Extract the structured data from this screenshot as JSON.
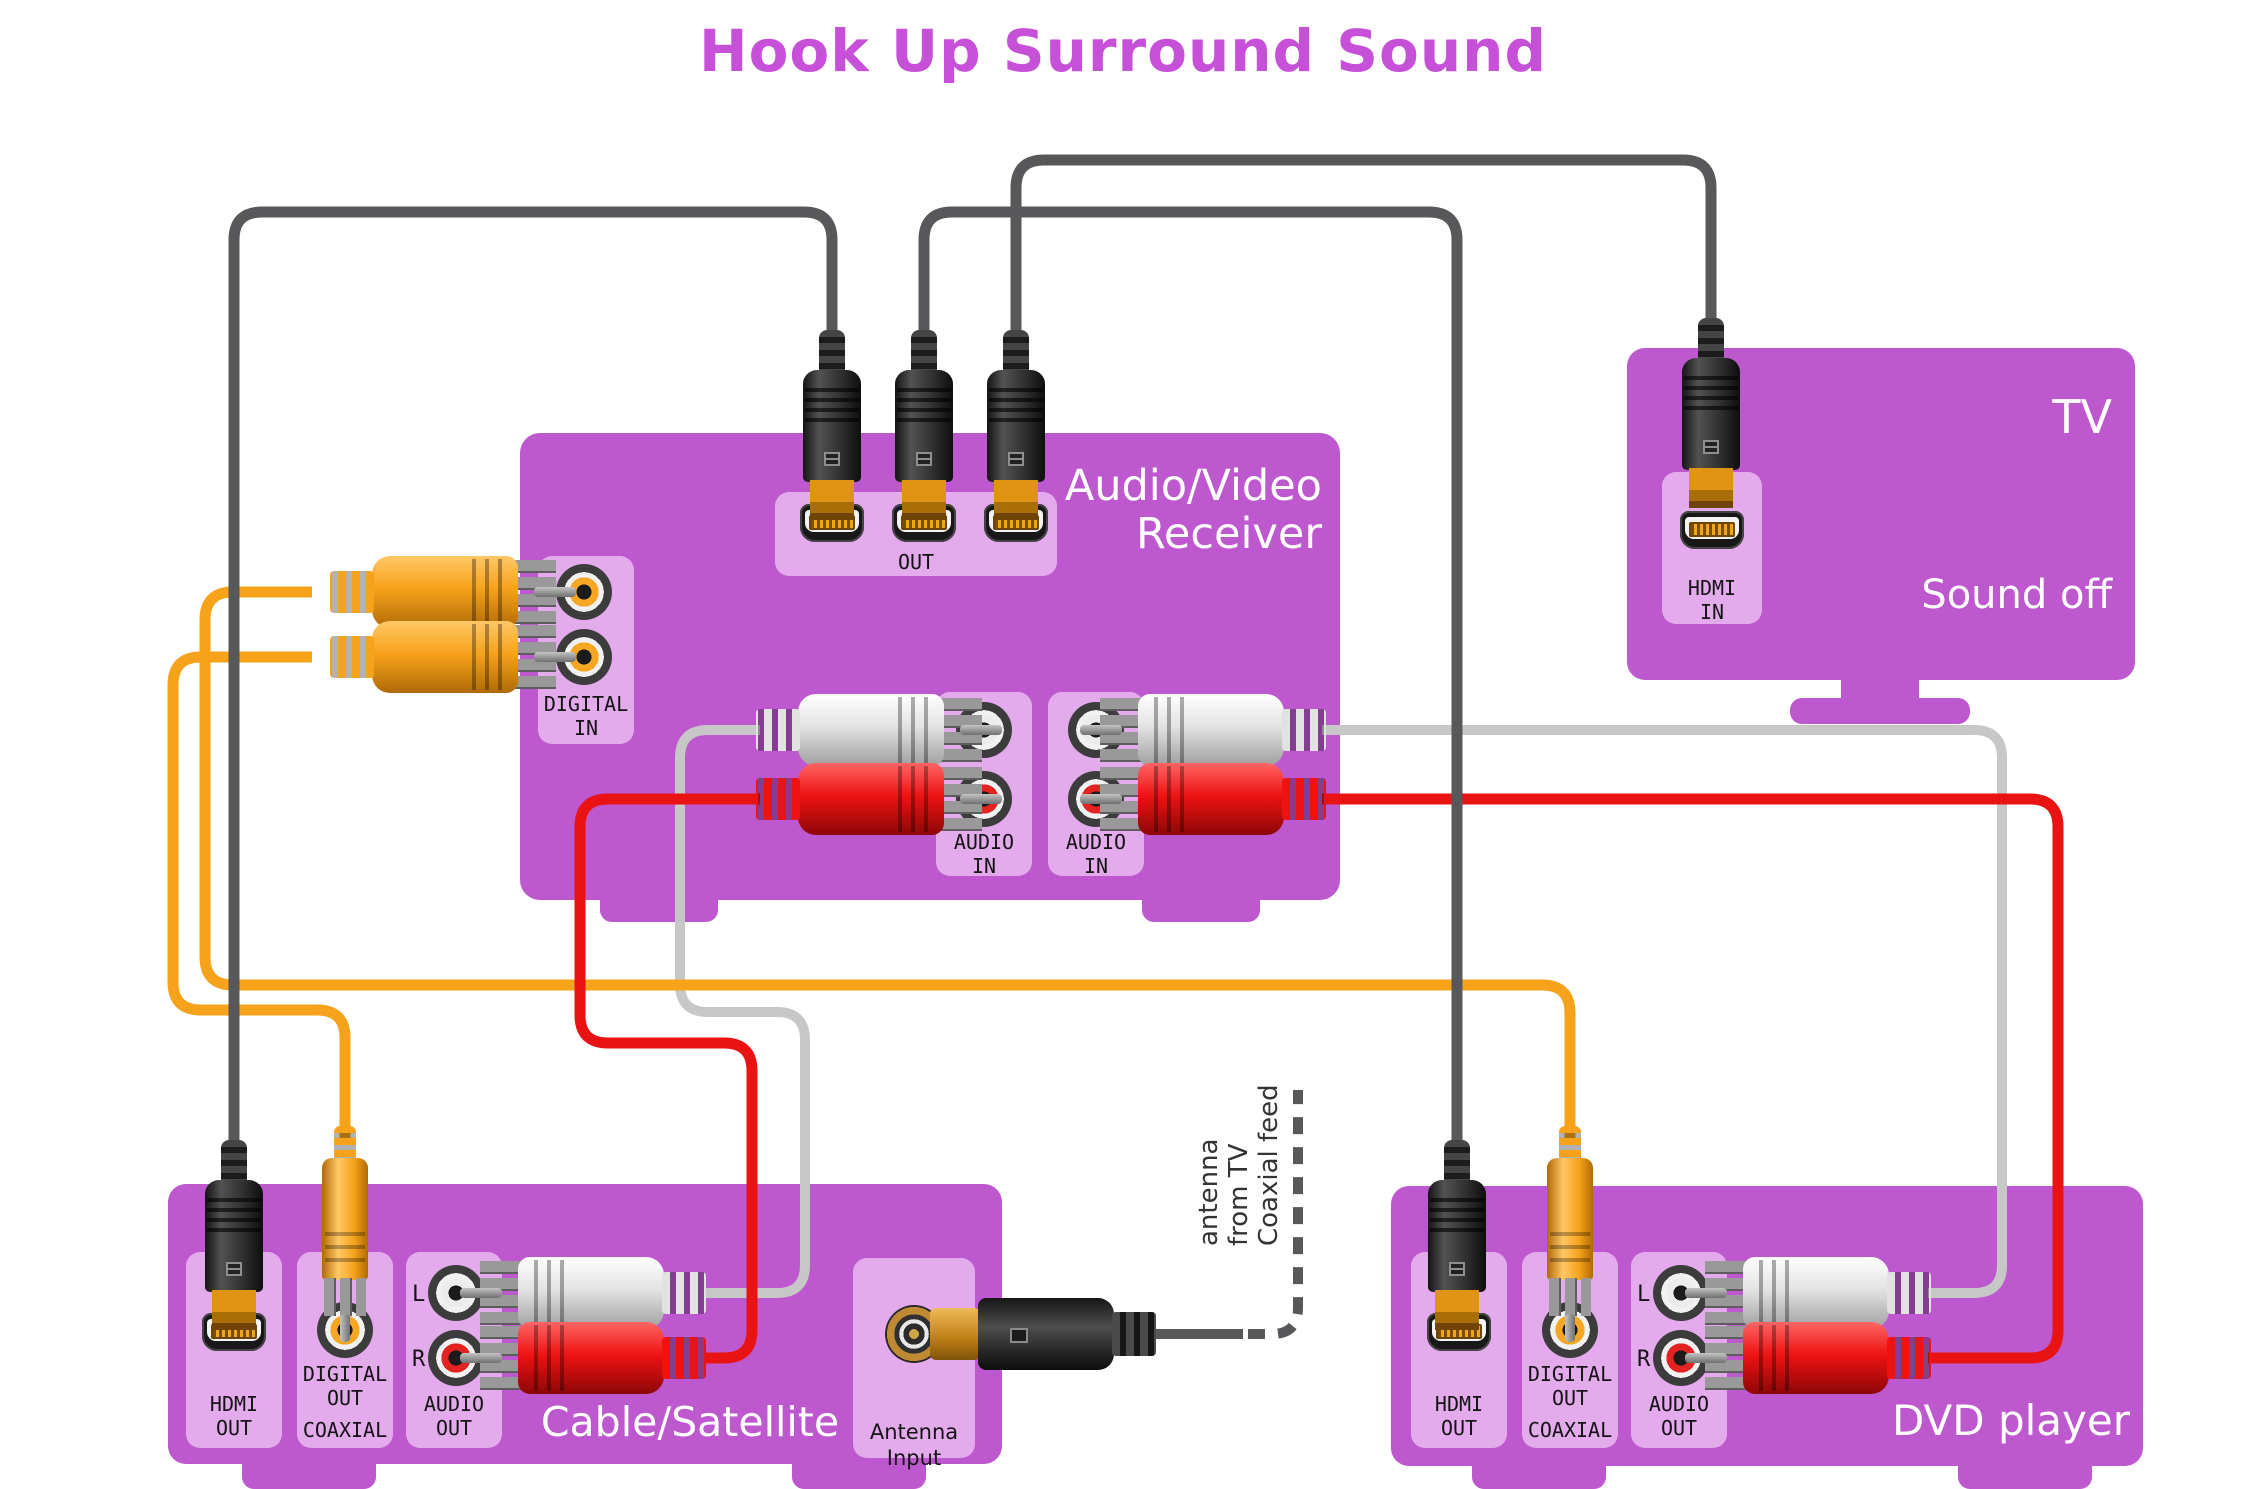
{
  "title": {
    "text": "Hook Up Surround Sound",
    "color": "#c750d8"
  },
  "colors": {
    "device_box": "#bd58ce",
    "port_panel": "#e3aaec",
    "cable_hdmi": "#58585a",
    "cable_digital": "#f6a21b",
    "cable_audio_left": "#c7c7c7",
    "cable_audio_right": "#ea1313",
    "label_text": "#ffffff"
  },
  "receiver": {
    "name_lines": [
      "Audio/Video",
      "Receiver"
    ],
    "out_label": "OUT",
    "digital_in": [
      "DIGITAL",
      "IN"
    ],
    "audio_in_1": [
      "AUDIO",
      "IN"
    ],
    "audio_in_2": [
      "AUDIO",
      "IN"
    ]
  },
  "tv": {
    "name": "TV",
    "status": "Sound off",
    "hdmi_in": [
      "HDMI",
      "IN"
    ]
  },
  "cable_box": {
    "name": "Cable/Satellite",
    "hdmi_out": [
      "HDMI",
      "OUT"
    ],
    "digital_out": [
      "DIGITAL",
      "OUT"
    ],
    "coaxial": "COAXIAL",
    "audio_out": [
      "AUDIO",
      "OUT"
    ],
    "left": "L",
    "right": "R",
    "antenna_input": [
      "Antenna",
      "Input"
    ]
  },
  "dvd": {
    "name": "DVD player",
    "hdmi_out": [
      "HDMI",
      "OUT"
    ],
    "digital_out": [
      "DIGITAL",
      "OUT"
    ],
    "coaxial": "COAXIAL",
    "audio_out": [
      "AUDIO",
      "OUT"
    ],
    "left": "L",
    "right": "R"
  },
  "annotation": {
    "text": "Coaxial feed from TV antenna",
    "visual_lines": [
      "antenna",
      "from TV",
      "Coaxial feed"
    ]
  }
}
